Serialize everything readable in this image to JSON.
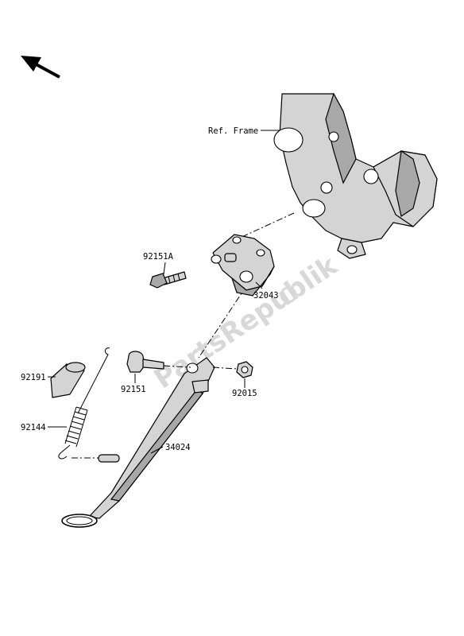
{
  "diagram": {
    "frame_label": "Ref. Frame",
    "watermark": "PartsRepublik",
    "parts": [
      {
        "id": "92151A"
      },
      {
        "id": "32043"
      },
      {
        "id": "92191"
      },
      {
        "id": "92151"
      },
      {
        "id": "92015"
      },
      {
        "id": "92144"
      },
      {
        "id": "34024"
      }
    ]
  }
}
